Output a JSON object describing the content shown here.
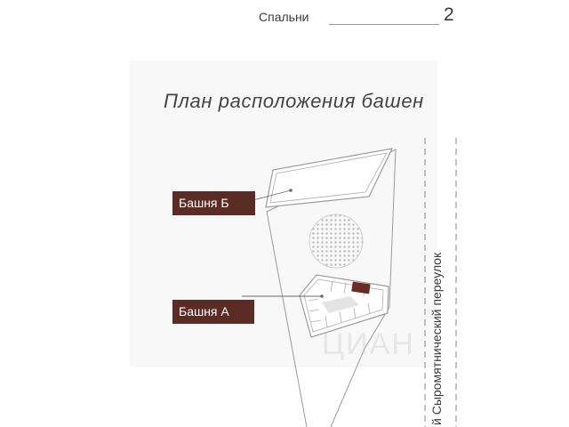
{
  "bedrooms": {
    "label": "Спальни",
    "value": "2"
  },
  "plan": {
    "title": "План расположения башен",
    "towers": [
      {
        "label": "Башня Б"
      },
      {
        "label": "Башня А"
      }
    ],
    "street": "й Сыромятнический переулок",
    "colors": {
      "tag_background": "#5a2c24",
      "highlight_unit": "#6b2a22",
      "outline": "#9b9b9b",
      "panel_background": "#f8f8f8"
    }
  }
}
